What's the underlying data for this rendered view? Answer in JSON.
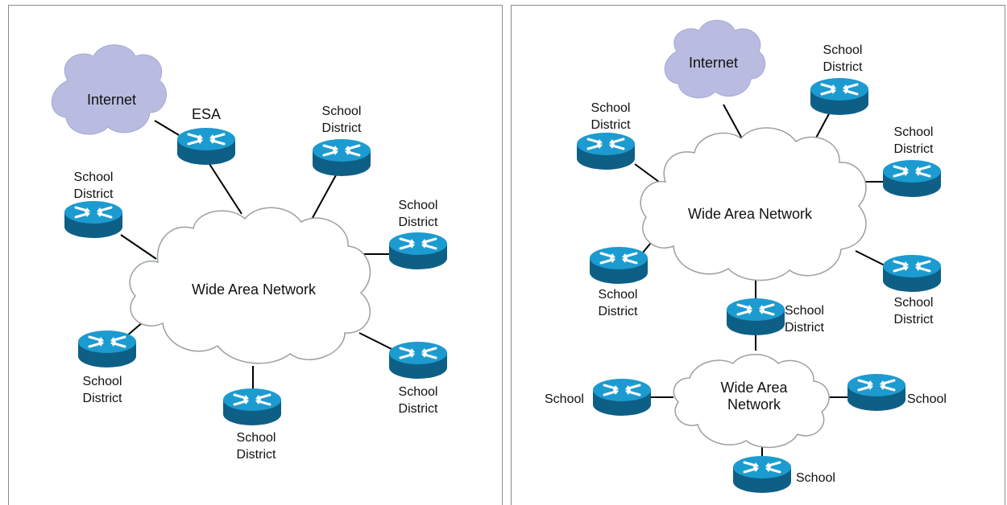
{
  "diagrams": [
    {
      "nodes": {
        "internet": "Internet",
        "esa": "ESA",
        "wan": "Wide Area Network",
        "district": [
          "School",
          "District"
        ]
      }
    },
    {
      "nodes": {
        "internet": "Internet",
        "wan_upper": "Wide Area Network",
        "wan_lower": [
          "Wide Area",
          "Network"
        ],
        "district": [
          "School",
          "District"
        ],
        "school": "School"
      }
    }
  ],
  "colors": {
    "router_top": "#1c9bd0",
    "router_side": "#0e5f86",
    "cloud_internet": "#b9bce0",
    "cloud_wan_stroke": "#9aa0a0",
    "link": "#000000",
    "panel_border": "#8a8a8a"
  },
  "icons": [
    "router-icon",
    "cloud-icon"
  ]
}
